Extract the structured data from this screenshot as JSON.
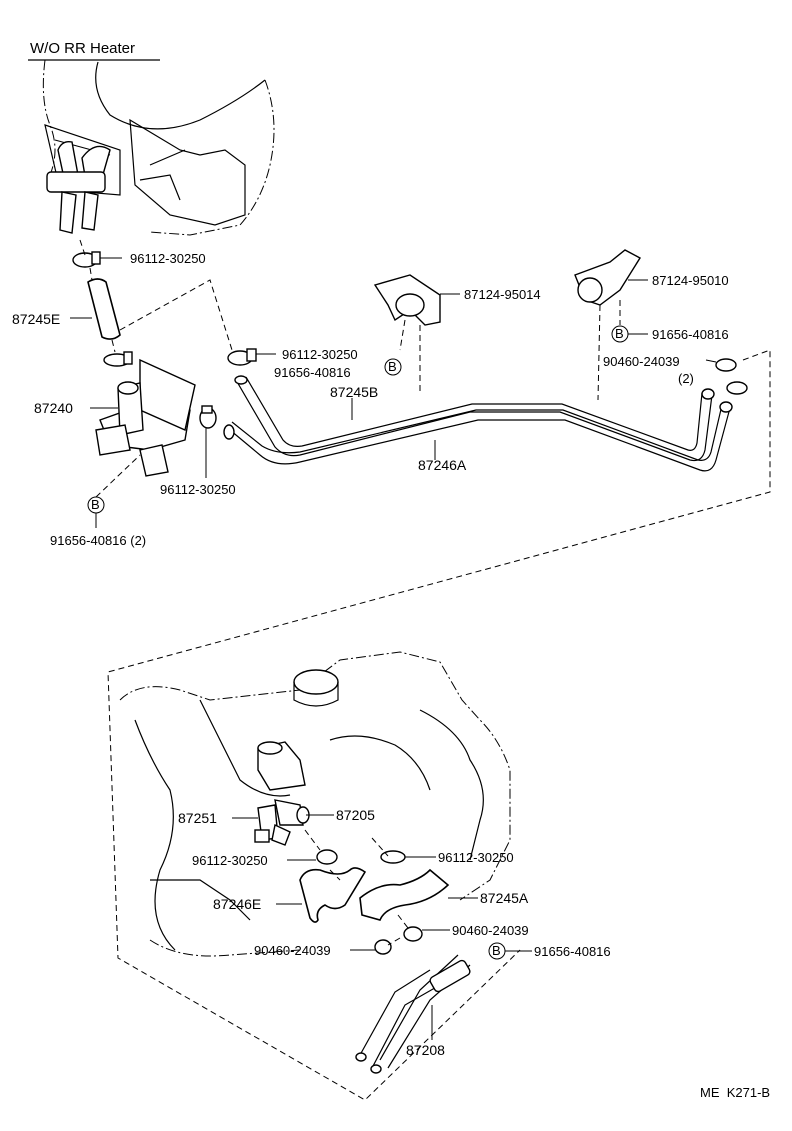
{
  "header": {
    "title": "W/O RR Heater"
  },
  "footer": {
    "code": "ME  K271-B"
  },
  "callouts": {
    "b_mark": "B",
    "top": {
      "clamp_upper": "96112-30250",
      "hose_e": "87245E",
      "clamp_mid": "96112-30250",
      "bolt_mid": "91656-40816",
      "valve": "87240",
      "hose_b": "87245B",
      "clamp_low": "96112-30250",
      "bolt_low": "91656-40816 (2)",
      "hose_a": "87246A",
      "bracket_1": "87124-95014",
      "bracket_2": "87124-95010",
      "bolt_right": "91656-40816",
      "clamp_right": "90460-24039",
      "clamp_right_qty": "(2)"
    },
    "bottom": {
      "union": "87251",
      "cock": "87205",
      "clamp_left": "96112-30250",
      "clamp_right": "96112-30250",
      "hose_e": "87246E",
      "hose_a": "87245A",
      "clamp_small_r": "90460-24039",
      "clamp_small_l": "90460-24039",
      "bolt": "91656-40816",
      "pipe": "87208"
    }
  }
}
